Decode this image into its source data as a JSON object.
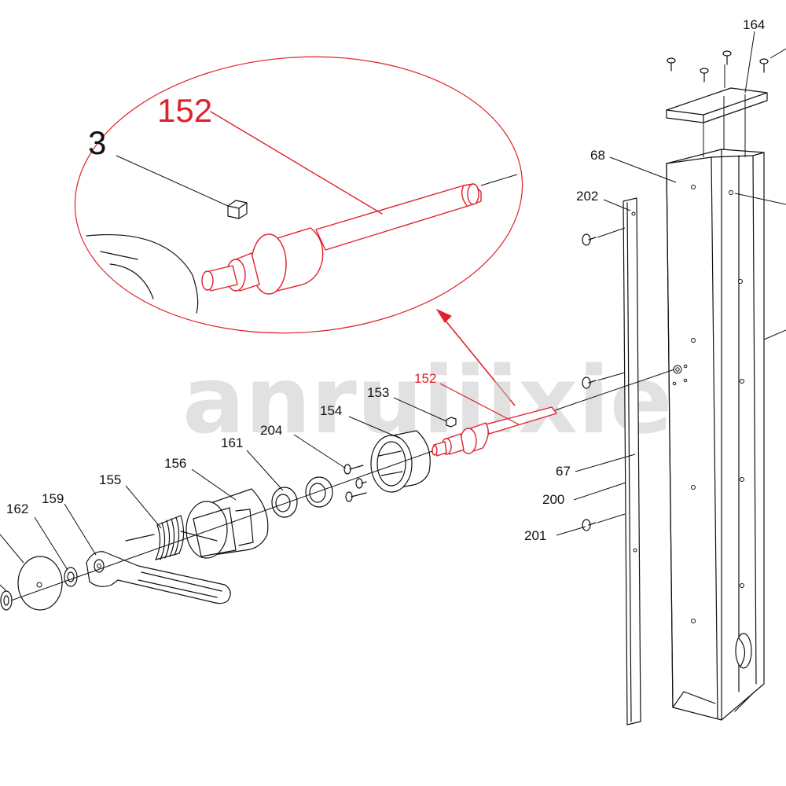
{
  "watermark": "anruijixie",
  "detail": {
    "callout": "152",
    "partial_label": "3"
  },
  "labels": {
    "p164": "164",
    "p68": "68",
    "p202": "202",
    "p152": "152",
    "p153": "153",
    "p154": "154",
    "p204": "204",
    "p161": "161",
    "p156": "156",
    "p155": "155",
    "p159": "159",
    "p162": "162",
    "p67": "67",
    "p200": "200",
    "p201": "201"
  },
  "colors": {
    "highlight": "#e0202a",
    "line": "#111111",
    "watermark": "#c8c8c8"
  }
}
